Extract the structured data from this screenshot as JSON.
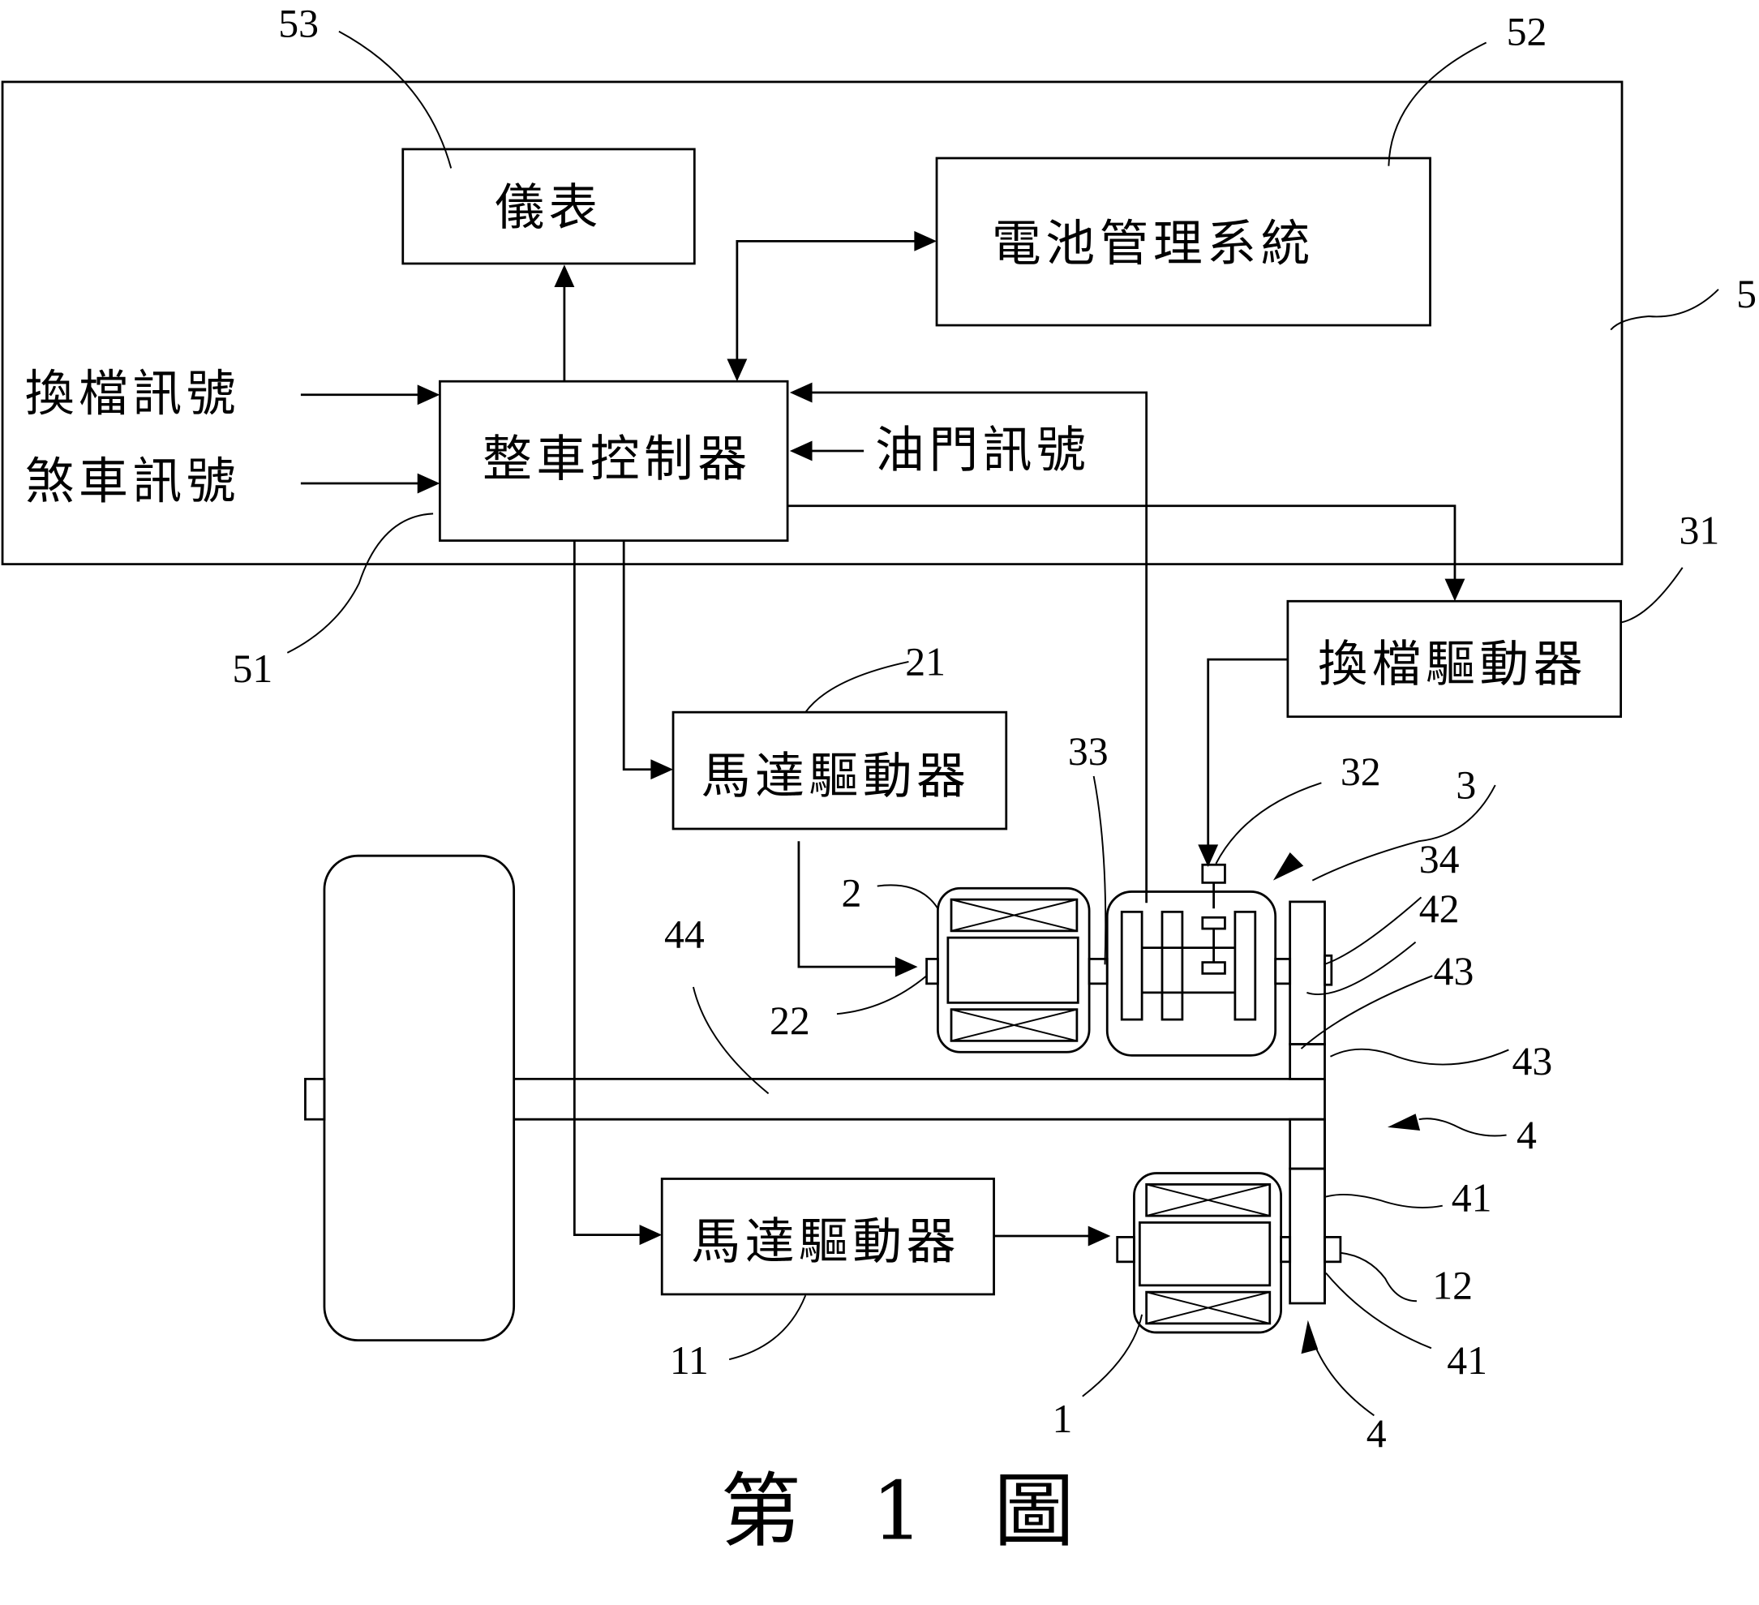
{
  "figure": {
    "caption": "第 1 圖",
    "blocks": {
      "meter": "儀表",
      "bms": "電池管理系統",
      "vcu": "整車控制器",
      "shift_driver": "換檔驅動器",
      "motor_driver_upper": "馬達驅動器",
      "motor_driver_lower": "馬達驅動器"
    },
    "signals": {
      "shift_signal": "換檔訊號",
      "brake_signal": "煞車訊號",
      "throttle_signal": "油門訊號"
    },
    "refs": {
      "r53": "53",
      "r52": "52",
      "r5": "5",
      "r51": "51",
      "r31": "31",
      "r21": "21",
      "r33": "33",
      "r32": "32",
      "r3": "3",
      "r34": "34",
      "r42": "42",
      "r43a": "43",
      "r43b": "43",
      "r2": "2",
      "r22": "22",
      "r44": "44",
      "r4a": "4",
      "r41a": "41",
      "r12": "12",
      "r41b": "41",
      "r11": "11",
      "r1": "1",
      "r4b": "4"
    }
  }
}
